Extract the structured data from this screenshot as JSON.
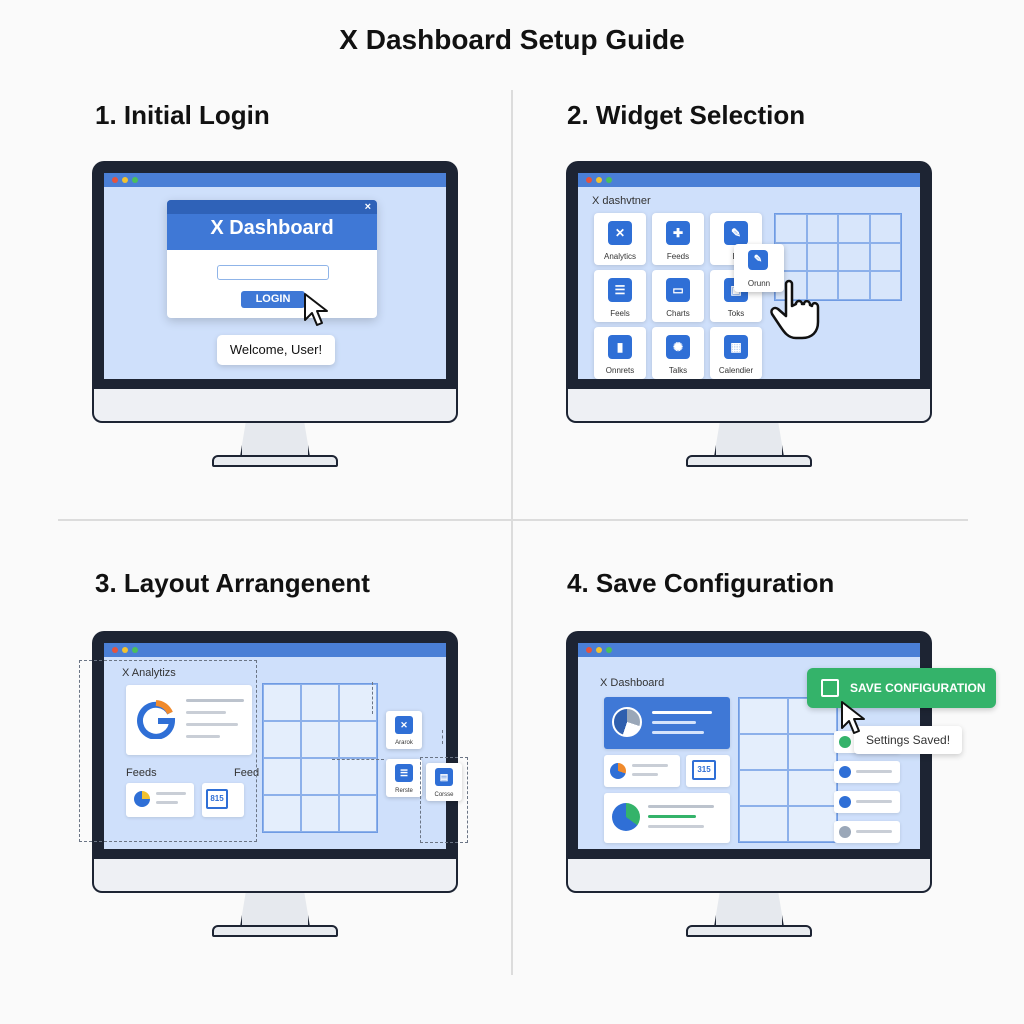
{
  "title": "X Dashboard Setup Guide",
  "colors": {
    "accent": "#3f78d6",
    "screen": "#cfe0fb",
    "bezel": "#1d2433",
    "success": "#34b36a"
  },
  "steps": [
    {
      "title": "1. Initial Login",
      "login_window_title": "X Dashboard",
      "close_icon": "×",
      "login_button": "LOGIN",
      "welcome_message": "Welcome, User!"
    },
    {
      "title": "2. Widget Selection",
      "screen_label": "X dashvtner",
      "widgets": [
        {
          "label": "Analytics",
          "icon": "analytics-icon",
          "glyph": "✕"
        },
        {
          "label": "Feeds",
          "icon": "feeds-icon",
          "glyph": "✚"
        },
        {
          "label": "Bi",
          "icon": "chart-icon",
          "glyph": "✎"
        },
        {
          "label": "Feels",
          "icon": "list-icon",
          "glyph": "☰"
        },
        {
          "label": "Charts",
          "icon": "charts-icon",
          "glyph": "▭"
        },
        {
          "label": "Toks",
          "icon": "tasks-icon",
          "glyph": "▣"
        },
        {
          "label": "Onnrets",
          "icon": "bookmark-icon",
          "glyph": "▮"
        },
        {
          "label": "Talks",
          "icon": "talks-icon",
          "glyph": "✺"
        },
        {
          "label": "Calendier",
          "icon": "calendar-icon",
          "glyph": "▦"
        }
      ],
      "dragged_widget": "Orunn"
    },
    {
      "title": "3. Layout Arrangenent",
      "screen_label": "X Analytizs",
      "feeds_label": "Feeds",
      "feeds_label_right": "Feed",
      "calendar_text": "815",
      "side_widgets": [
        {
          "label": "Ararok",
          "icon": "analytics-icon",
          "glyph": "✕"
        },
        {
          "label": "Rerste",
          "icon": "list-icon",
          "glyph": "☰"
        },
        {
          "label": "Corsse",
          "icon": "document-icon",
          "glyph": "▤"
        }
      ]
    },
    {
      "title": "4. Save Configuration",
      "screen_label": "X Dashboard",
      "calendar_text": "315",
      "save_button": "SAVE CONFIGURATION",
      "toast": "Settings Saved!"
    }
  ]
}
